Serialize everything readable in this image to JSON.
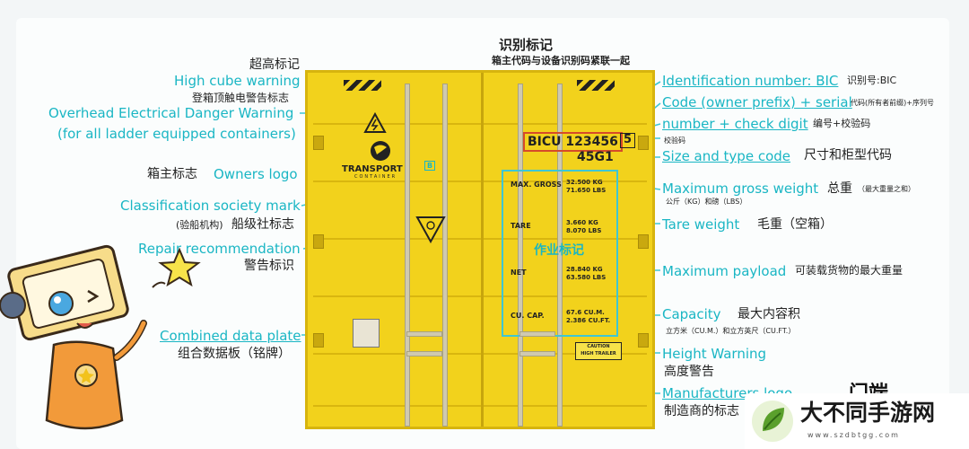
{
  "top_label": {
    "title": "识别标记",
    "subtitle": "箱主代码与设备识别码紧联一起"
  },
  "left_labels": {
    "high_cube_cn": "超高标记",
    "high_cube_en": "High cube warning",
    "roof_cn": "登箱顶触电警告标志",
    "overhead_en_1": "Overhead Electrical Danger Warning",
    "overhead_en_2": "(for all ladder equipped containers)",
    "owner_cn": "箱主标志",
    "owner_en": "Owners logo",
    "class_en": "Classification society mark",
    "class_cn_small": "(验船机构)",
    "class_cn": "船级社标志",
    "repair_en": "Repair recommendation",
    "repair_cn": "警告标识",
    "plate_en": "Combined data plate",
    "plate_cn": "组合数据板（铭牌）"
  },
  "right_labels": {
    "id_en": "Identification number: BIC",
    "id_cn": "识别号:BIC",
    "code_en": "Code (owner prefix) + serial",
    "code_cn": "代码(所有者前缀)+序列号",
    "number_en": "number + check digit",
    "number_cn": "编号+校验码",
    "check_cn": "校验码",
    "size_en": "Size and type code",
    "size_cn": "尺寸和柜型代码",
    "maxgross_en": "Maximum gross weight",
    "maxgross_cn": "总重",
    "maxgross_note": "（最大重量之和）",
    "maxgross_units": "公斤（KG）和磅（LBS）",
    "tare_en": "Tare weight",
    "tare_cn": "毛重（空箱）",
    "payload_en": "Maximum payload",
    "payload_cn": "可装载货物的最大重量",
    "capacity_en": "Capacity",
    "capacity_cn": "最大内容积",
    "capacity_units": "立方米（CU.M.）和立方英尺（CU.FT.）",
    "height_en": "Height Warning",
    "height_cn": "高度警告",
    "manu_en": "Manufacturers logo",
    "manu_cn": "制造商的标志",
    "door_end_cn": "门端"
  },
  "container": {
    "owner_code": "BICU",
    "serial": "123456",
    "check_digit": "5",
    "size_type": "45G1",
    "logo_text": "TRANSPORT",
    "logo_sub": "CONTAINER",
    "work_mark_cn": "作业标记",
    "plate": {
      "max_gross": "MAX. GROSS",
      "max_gross_kg": "32.500 KG",
      "max_gross_lbs": "71.650 LBS",
      "tare": "TARE",
      "tare_kg": "3.660 KG",
      "tare_lbs": "8.070 LBS",
      "net": "NET",
      "net_kg": "28.840 KG",
      "net_lbs": "63.580 LBS",
      "cu_cap": "CU. CAP.",
      "cu_m": "67.6 CU.M.",
      "cu_ft": "2.386 CU.FT."
    },
    "caution_1": "CAUTION",
    "caution_2": "HIGH TRAILER",
    "class_mark": "B"
  },
  "brand": {
    "name": "大不同手游网",
    "url": "www.szdbtgg.com"
  },
  "colors": {
    "accent": "#1ab6c4",
    "container": "#f2d21c",
    "red": "#d64b2a"
  }
}
